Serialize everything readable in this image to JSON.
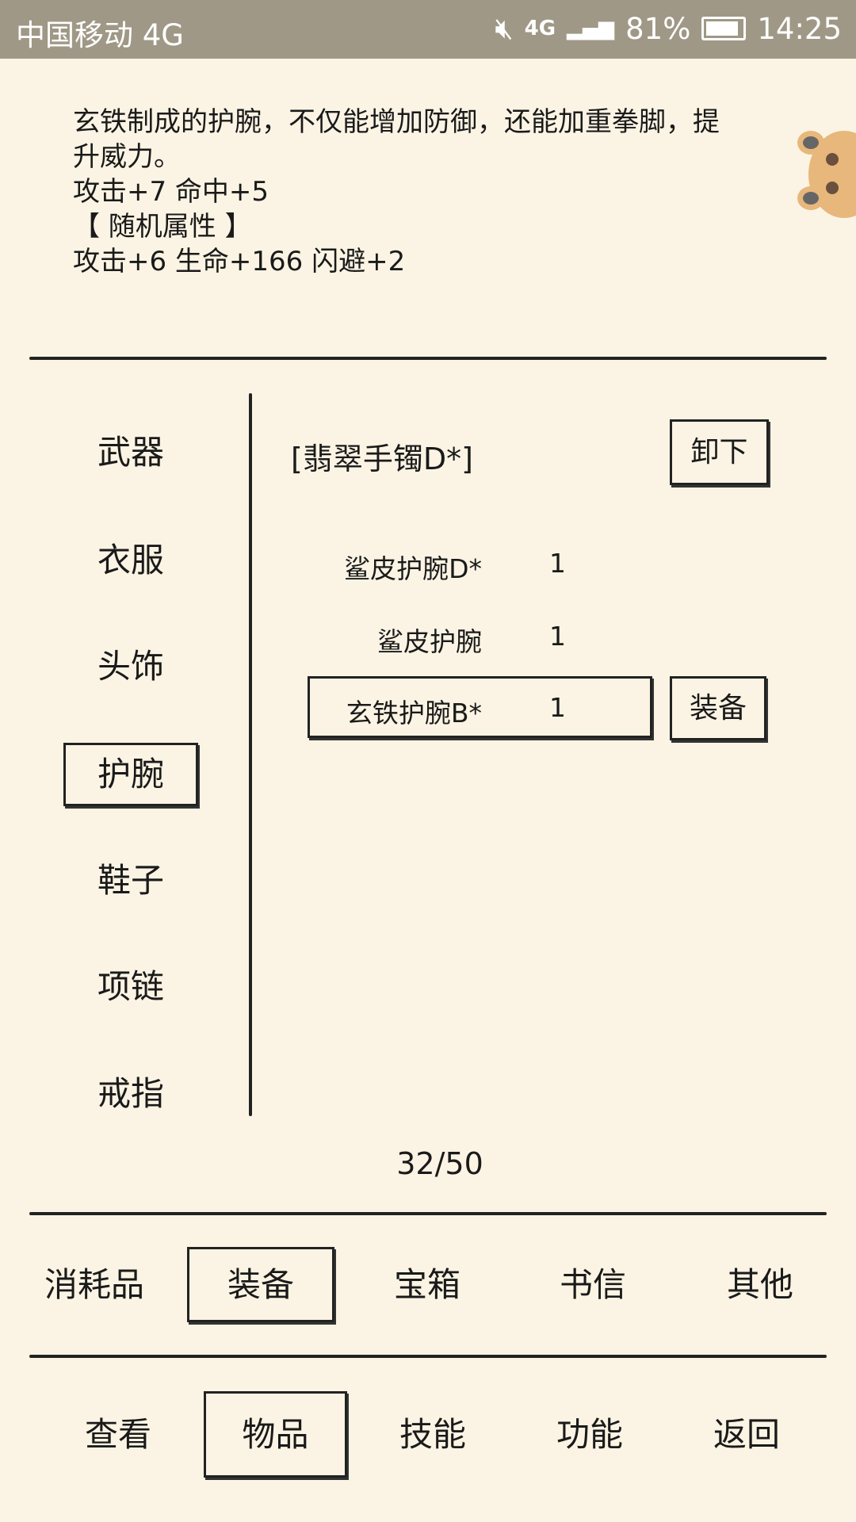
{
  "status_bar": {
    "carrier": "中国移动 4G",
    "network": "4G",
    "battery": "81%",
    "time": "14:25"
  },
  "description": {
    "lines": [
      "玄铁制成的护腕，不仅能增加防御，还能加重拳脚，提",
      "升威力。",
      "攻击+7 命中+5",
      "【 随机属性 】",
      "攻击+6 生命+166 闪避+2"
    ]
  },
  "categories": [
    "武器",
    "衣服",
    "头饰",
    "护腕",
    "鞋子",
    "项链",
    "戒指"
  ],
  "selected_category": "护腕",
  "equipped": {
    "name": "[翡翠手镯D*]",
    "unequip_label": "卸下"
  },
  "items": [
    {
      "name": "鲨皮护腕D*",
      "count": "1"
    },
    {
      "name": "鲨皮护腕",
      "count": "1"
    },
    {
      "name": "玄铁护腕B*",
      "count": "1"
    }
  ],
  "equip_label": "装备",
  "capacity": "32/50",
  "item_tabs": [
    "消耗品",
    "装备",
    "宝箱",
    "书信",
    "其他"
  ],
  "nav": [
    "查看",
    "物品",
    "技能",
    "功能",
    "返回"
  ]
}
